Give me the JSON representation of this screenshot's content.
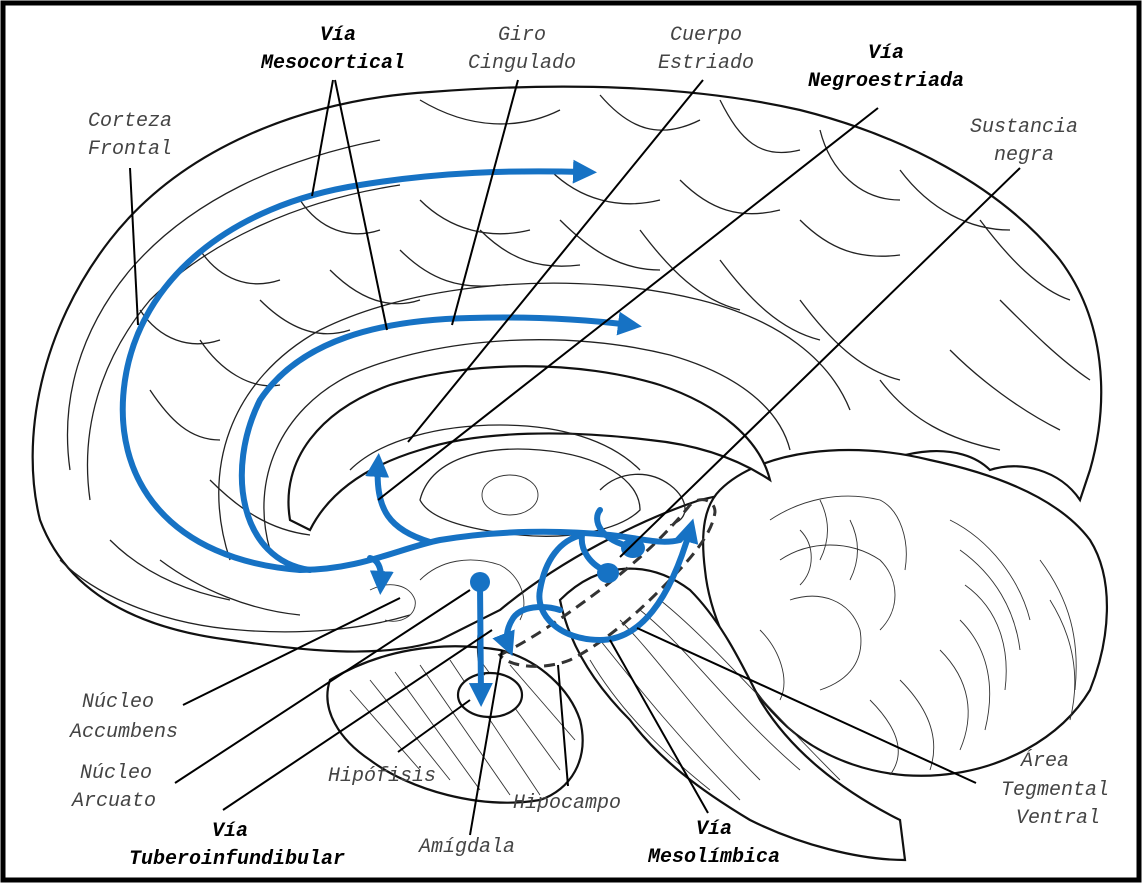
{
  "labels": {
    "via_mesocortical_1": "Vía",
    "via_mesocortical_2": "Mesocortical",
    "giro_cingulado_1": "Giro",
    "giro_cingulado_2": "Cingulado",
    "cuerpo_estriado_1": "Cuerpo",
    "cuerpo_estriado_2": "Estriado",
    "via_negroestriada_1": "Vía",
    "via_negroestriada_2": "Negroestriada",
    "corteza_frontal_1": "Corteza",
    "corteza_frontal_2": "Frontal",
    "sustancia_negra_1": "Sustancia",
    "sustancia_negra_2": "negra",
    "nucleo_accumbens_1": "Núcleo",
    "nucleo_accumbens_2": "Accumbens",
    "nucleo_arcuato_1": "Núcleo",
    "nucleo_arcuato_2": "Arcuato",
    "hipofisis": "Hipófisis",
    "hipocampo": "Hipocampo",
    "via_tuberoinfundibular_1": "Vía",
    "via_tuberoinfundibular_2": "Tuberoinfundibular",
    "amigdala": "Amígdala",
    "via_mesolimbica_1": "Vía",
    "via_mesolimbica_2": "Mesolímbica",
    "area_tegmental_1": "Área",
    "area_tegmental_2": "Tegmental",
    "area_tegmental_3": "Ventral"
  },
  "colors": {
    "pathway": "#1672c4",
    "label_text": "#444444",
    "bold_label_text": "#000000",
    "frame": "#000000"
  }
}
